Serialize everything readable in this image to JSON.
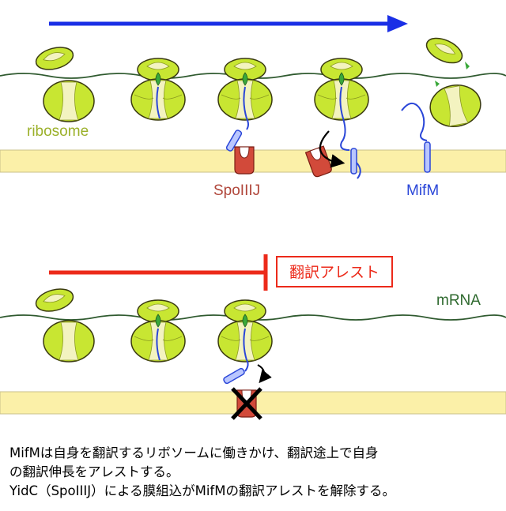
{
  "labels": {
    "ribosome": "ribosome",
    "spoiiij": "SpoIIIJ",
    "mifm": "MifM",
    "arrest": "翻訳アレスト",
    "mrna": "mRNA"
  },
  "caption": [
    "MifMは自身を翻訳するリボソームに働きかけ、翻訳途上で自身",
    "の翻訳伸長をアレストする。",
    "YidC（SpoIIIJ）による膜組込がMifMの翻訳アレストを解除する。"
  ],
  "colors": {
    "membrane": "#fbf0a8",
    "membrane_edge": "#c9c08a",
    "ribosome": "#c8e632",
    "ribosome_edge": "#3a3a10",
    "mrna": "#2f5a2f",
    "peptide": "#2a46d8",
    "spoiiij": "#d24a3a",
    "arrow_blue": "#1a2fe6",
    "arrest_red": "#ec2a1a",
    "ribosome_label": "#9bb02a",
    "spoiiij_label": "#b0463a",
    "mrna_label": "#2f6a2f"
  }
}
